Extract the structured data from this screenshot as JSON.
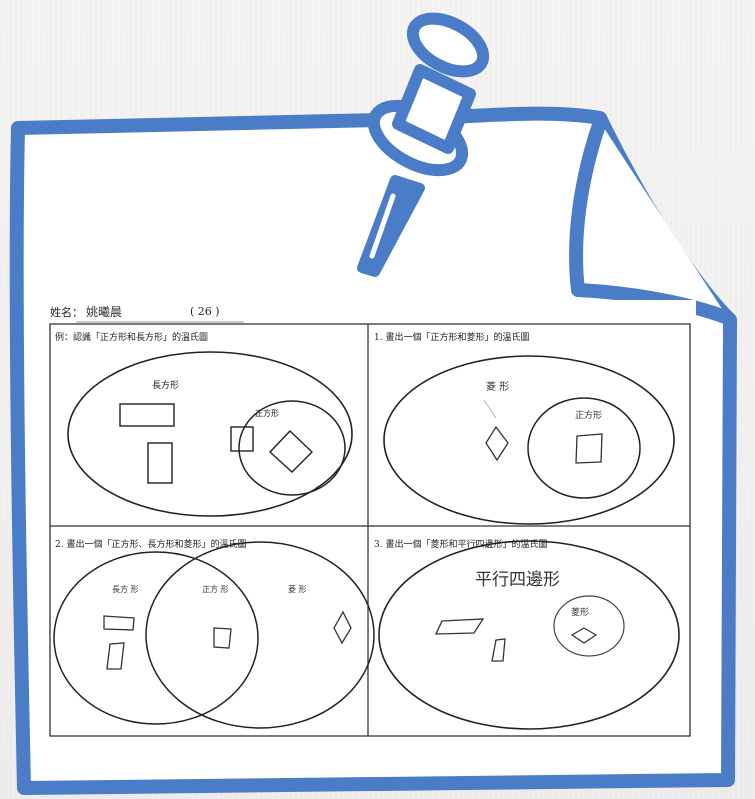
{
  "header": {
    "name_label": "姓名：",
    "name_value": "姚曦晨",
    "score": "( 26 )"
  },
  "panels": [
    {
      "title": "例：認識「正方形和長方形」的溫氏圖",
      "labels": [
        "長方形",
        "正方形"
      ]
    },
    {
      "title": "1. 畫出一個「正方形和菱形」的溫氏圖",
      "labels": [
        "菱 形",
        "正方形"
      ]
    },
    {
      "title": "2. 畫出一個「正方形、長方形和菱形」的溫氏圖",
      "labels": [
        "長方 形",
        "正方 形",
        "菱  形"
      ]
    },
    {
      "title": "3. 畫出一個「菱形和平行四邊形」的溫氏圖",
      "labels": [
        "平行四邊形",
        "菱形"
      ]
    }
  ],
  "colors": {
    "frame": "#4a7cc7",
    "ink": "#222222",
    "pencil": "#333333"
  },
  "icons": [
    "push-pin-icon"
  ]
}
